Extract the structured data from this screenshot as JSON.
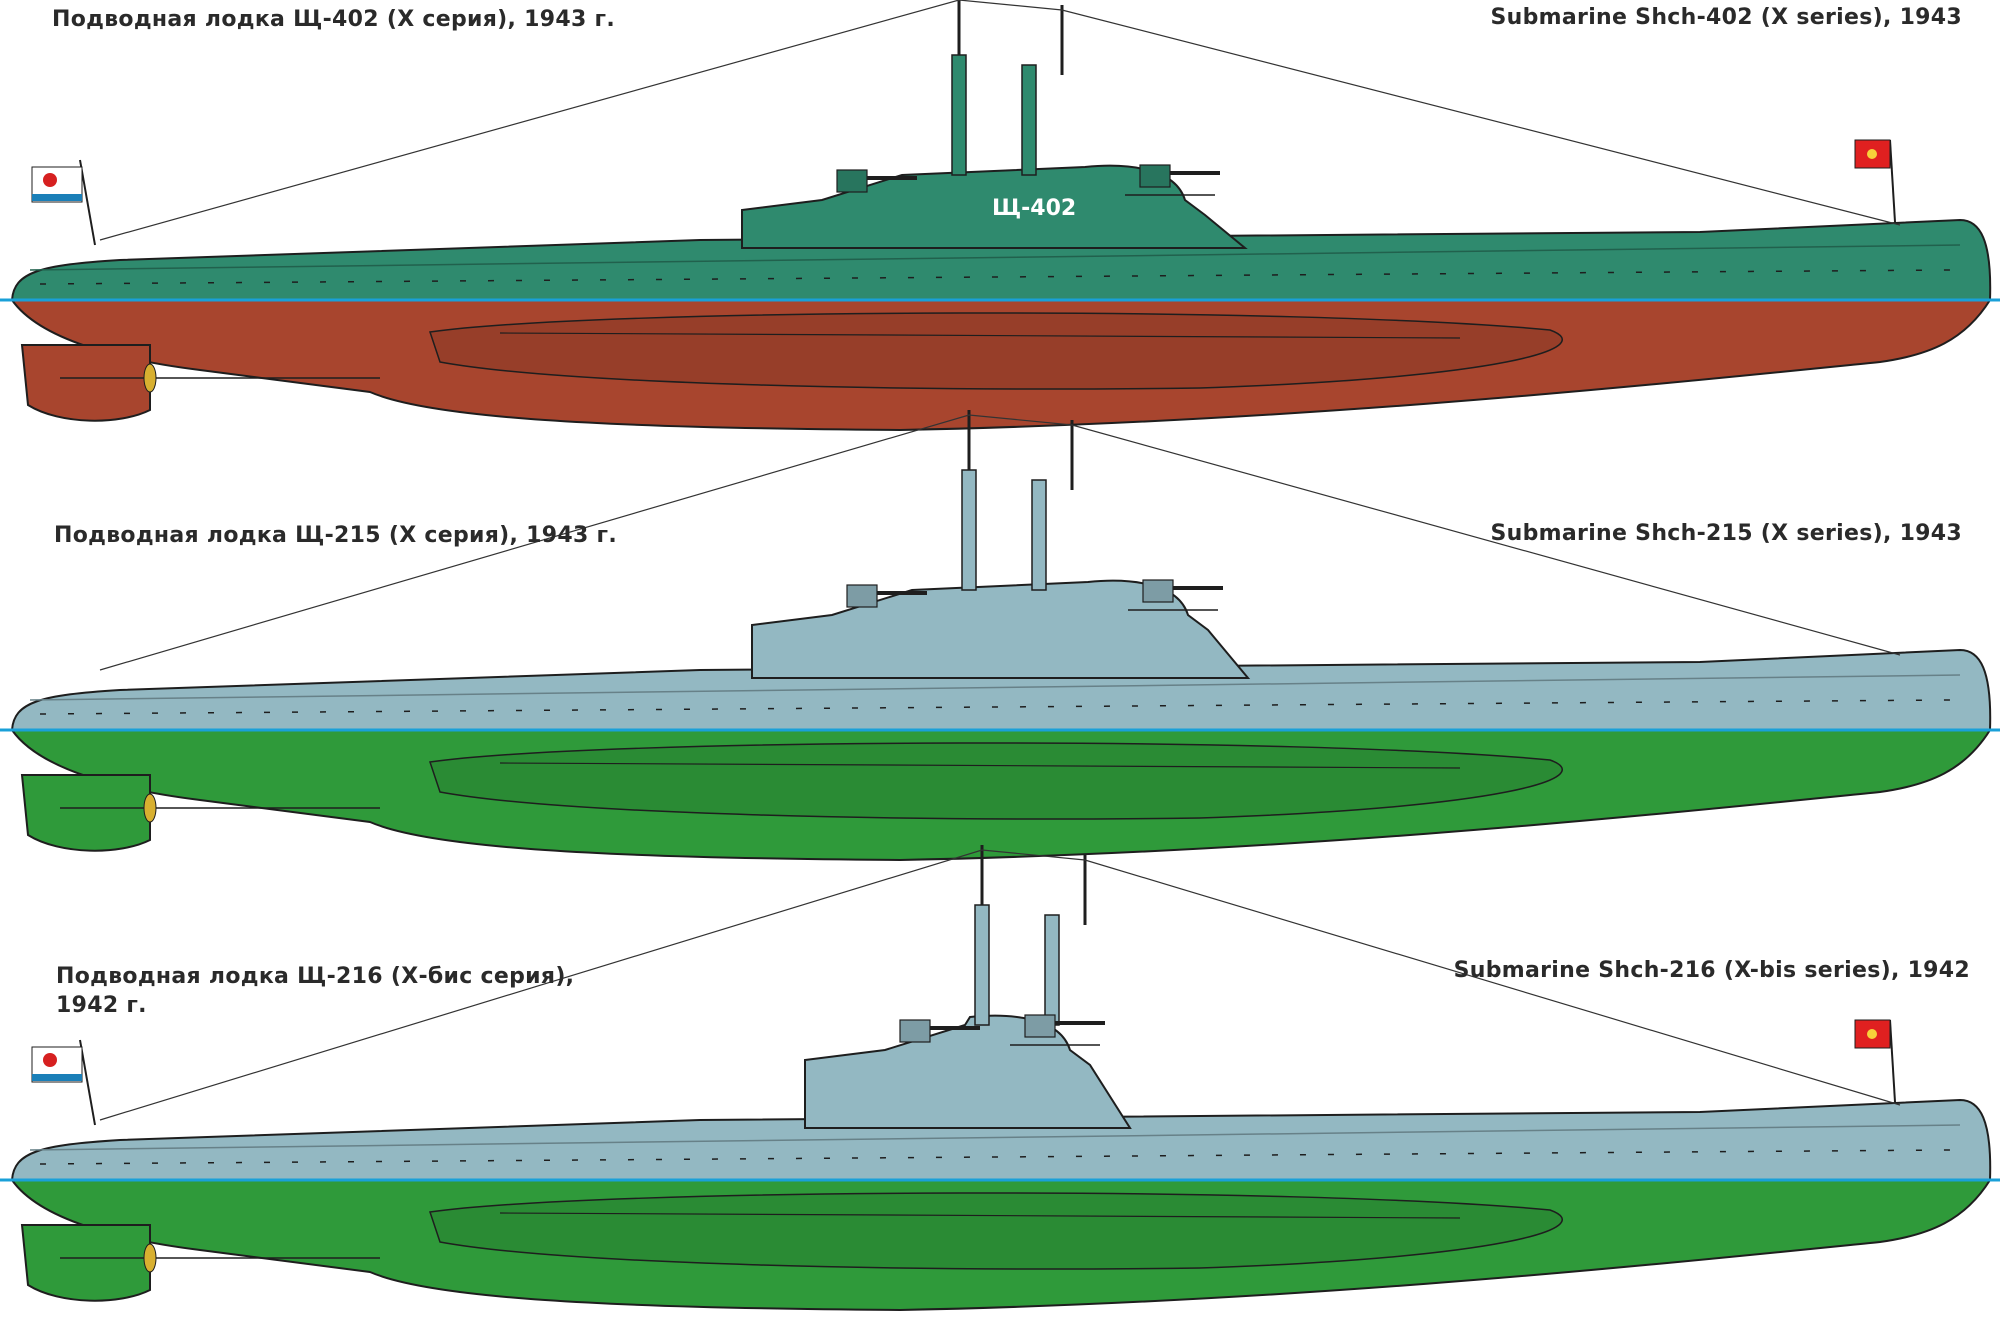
{
  "plates": [
    {
      "caption_ru": "Подводная лодка Щ-402 (Х серия), 1943 г.",
      "caption_en": "Submarine Shch-402 (X series), 1943",
      "hull_marking": "Щ-402",
      "colors": {
        "upper": "#2f8a6e",
        "lower": "#a8452e",
        "waterline": "#1aa0d8"
      },
      "flags": [
        "naval-ensign",
        "jack"
      ]
    },
    {
      "caption_ru": "Подводная лодка Щ-215 (Х серия), 1943 г.",
      "caption_en": "Submarine Shch-215 (X series), 1943",
      "colors": {
        "upper": "#93b8c2",
        "lower": "#2f9a3a",
        "waterline": "#1aa0d8"
      },
      "flags": []
    },
    {
      "caption_ru_line1": "Подводная лодка Щ-216 (Х-бис серия),",
      "caption_ru_line2": "1942 г.",
      "caption_en": "Submarine Shch-216 (X-bis series), 1942",
      "colors": {
        "upper": "#93b8c2",
        "lower": "#2f9a3a",
        "waterline": "#1aa0d8"
      },
      "flags": [
        "naval-ensign",
        "jack"
      ]
    }
  ]
}
